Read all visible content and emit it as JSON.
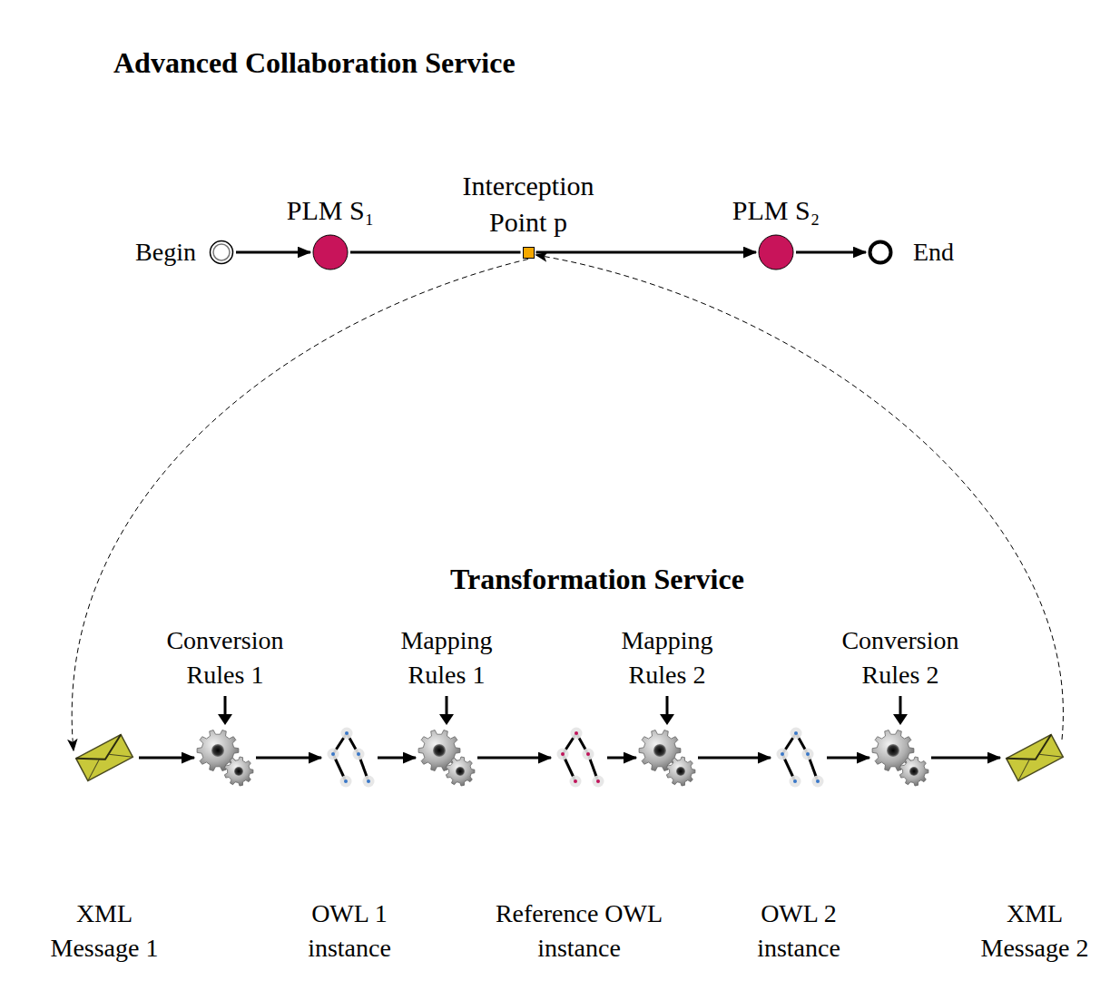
{
  "diagram": {
    "nodes": [
      {
        "text": [
          "Advanced Collaboration Service"
        ]
      },
      {
        "text": [
          "Begin"
        ],
        "in": 0
      },
      {
        "text": [
          "PLM S₁"
        ],
        "in": 0
      },
      {
        "text": [
          "Interception Point p"
        ],
        "in": 0
      },
      {
        "text": [
          "PLM S₂"
        ],
        "in": 0
      },
      {
        "text": [
          "End"
        ],
        "in": 0
      },
      {
        "text": [
          "Transformation Service"
        ]
      },
      {
        "text": [
          "XML Message 1"
        ],
        "in": 6
      },
      {
        "text": [
          "Conversion Rules 1"
        ],
        "in": 6
      },
      {
        "text": [
          "OWL 1 instance"
        ],
        "in": 6
      },
      {
        "text": [
          "Mapping Rules 1"
        ],
        "in": 6
      },
      {
        "text": [
          "Reference OWL instance"
        ],
        "in": 6
      },
      {
        "text": [
          "Mapping Rules 2"
        ],
        "in": 6
      },
      {
        "text": [
          "OWL 2 instance"
        ],
        "in": 6
      },
      {
        "text": [
          "Conversion Rules 2"
        ],
        "in": 6
      },
      {
        "text": [
          "XML Message 2"
        ],
        "in": 6
      }
    ],
    "edges": [
      {
        "from": 1,
        "to": 2,
        "arrow": "to"
      },
      {
        "from": 2,
        "to": 3,
        "arrow": "none"
      },
      {
        "from": 3,
        "to": 4,
        "arrow": "to"
      },
      {
        "from": 4,
        "to": 5,
        "arrow": "to"
      },
      {
        "from": 3,
        "to": 7,
        "arrow": "to"
      },
      {
        "from": 15,
        "to": 3,
        "arrow": "to"
      },
      {
        "from": 7,
        "to": 8,
        "arrow": "to"
      },
      {
        "from": 8,
        "to": 9,
        "arrow": "to"
      },
      {
        "from": 9,
        "to": 10,
        "arrow": "to"
      },
      {
        "from": 10,
        "to": 11,
        "arrow": "to"
      },
      {
        "from": 11,
        "to": 12,
        "arrow": "to"
      },
      {
        "from": 12,
        "to": 13,
        "arrow": "to"
      },
      {
        "from": 13,
        "to": 14,
        "arrow": "to"
      },
      {
        "from": 14,
        "to": 15,
        "arrow": "to"
      }
    ]
  }
}
